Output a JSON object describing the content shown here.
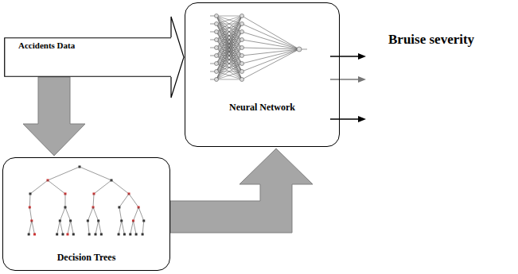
{
  "diagram": {
    "nodes": [
      {
        "text": [
          "Accidents Data"
        ]
      },
      {
        "text": [
          "Neural Network"
        ]
      },
      {
        "text": [
          "Decision Trees"
        ]
      }
    ],
    "edges": [
      {
        "from": 0,
        "to": 1,
        "arrow": "to"
      },
      {
        "from": 0,
        "to": 2,
        "arrow": "to"
      },
      {
        "from": 2,
        "to": 1,
        "arrow": "to"
      }
    ],
    "labels": [
      "Bruise severity"
    ]
  }
}
